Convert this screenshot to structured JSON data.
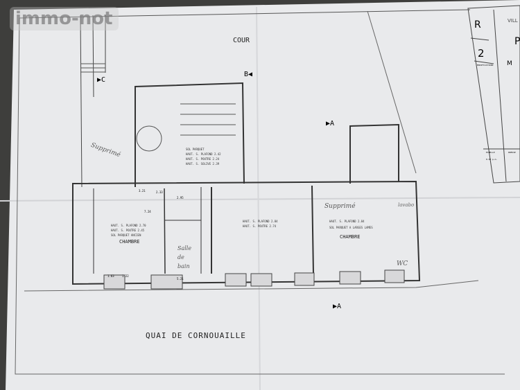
{
  "watermark": "immo-not",
  "plan": {
    "courtyard_label": "COUR",
    "street_label": "QUAI DE CORNOUAILLE",
    "rooms": [
      {
        "label": "CHAMBRE",
        "notes": [
          "HAUT. S. PLAFOND 2.70",
          "HAUT. S. POUTRE 2.45",
          "SOL PARQUET ANCIEN"
        ]
      },
      {
        "label": "",
        "notes": [
          "HAUT. S. PLAFOND 2.84",
          "HAUT. S. POUTRE 2.74"
        ]
      },
      {
        "label": "CHAMBRE",
        "notes": [
          "HAUT. S. PLAFOND 2.84",
          "SOL PARQUET A LARGES LAMES"
        ]
      }
    ],
    "stair_notes": [
      "SOL PARQUET",
      "HAUT. S. PLAFOND 2.42",
      "HAUT. S. POUTRE 2.24",
      "HAUT. S. SOLIVE 2.39"
    ],
    "section_markers": [
      "A",
      "A",
      "B",
      "C"
    ],
    "dimensions": [
      "7.24",
      "2.95",
      "3.21",
      "5.21",
      "2.33",
      "1.63",
      "1.22"
    ]
  },
  "annotations": {
    "removed_1": "Supprimé",
    "removed_2": "Supprimé",
    "bathroom": "Salle de bain",
    "wc": "WC",
    "sink": "lavabo"
  },
  "title_block": {
    "letter": "R",
    "number": "2",
    "city_partial": "VILL",
    "title_partial": "P",
    "owner_partial": "M",
    "scale_label": "ECHELLE",
    "scale_value": "0.02 p.m.",
    "drawn_by_label": "DRESSE",
    "modifications_label": "MODIFICATIONS"
  }
}
